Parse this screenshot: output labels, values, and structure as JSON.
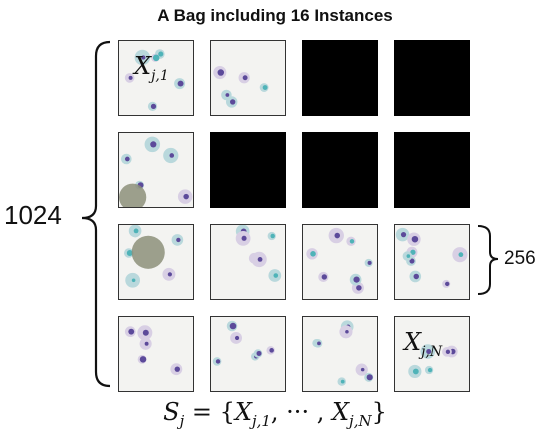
{
  "title": "A Bag including 16 Instances",
  "bag_size_label": "1024",
  "instance_size_label": "256",
  "first_instance": {
    "symbol": "X",
    "subscript": "j,1"
  },
  "last_instance": {
    "symbol": "X",
    "subscript": "j,N"
  },
  "bag_formula": {
    "lhs": "S",
    "lhs_sub": "j",
    "first_sub": "j,1",
    "last_sub": "j,N"
  },
  "tiles": [
    {
      "masked": false
    },
    {
      "masked": false
    },
    {
      "masked": true
    },
    {
      "masked": true
    },
    {
      "masked": false
    },
    {
      "masked": true
    },
    {
      "masked": true
    },
    {
      "masked": true
    },
    {
      "masked": false
    },
    {
      "masked": false
    },
    {
      "masked": false
    },
    {
      "masked": false
    },
    {
      "masked": false
    },
    {
      "masked": false
    },
    {
      "masked": false
    },
    {
      "masked": false
    }
  ],
  "colors": {
    "masked": "#000000",
    "cell_purple": "#5c4a9a",
    "cell_teal": "#4fb3b8",
    "background": "#f3f3f1"
  }
}
